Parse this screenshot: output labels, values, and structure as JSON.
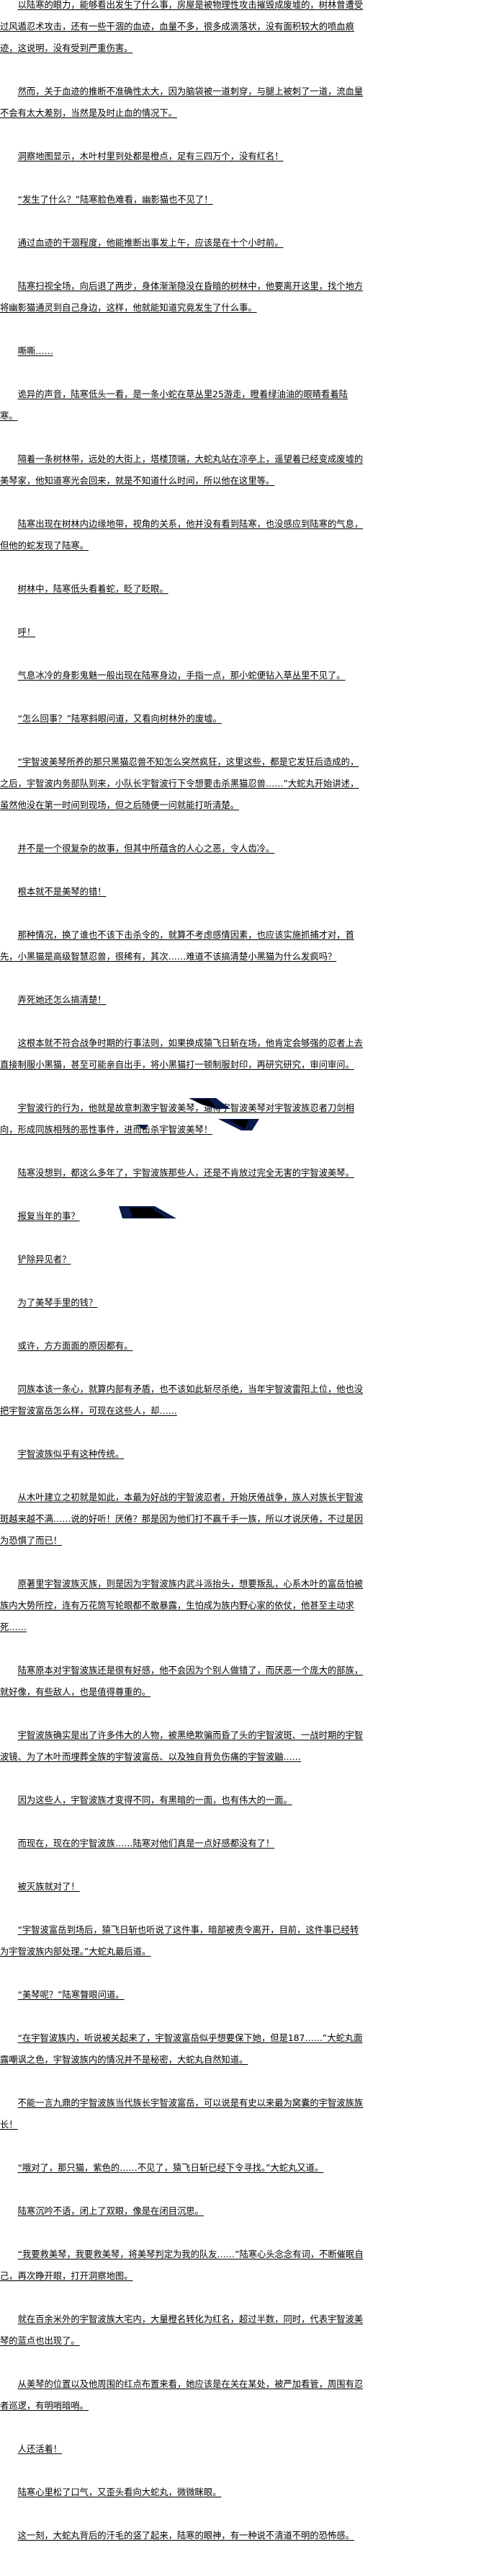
{
  "article": {
    "paragraphs": [
      "以陆寒的眼力，能够看出发生了什么事，房屋是被物理性攻击摧毁成废墟的，树林曾遭受过风遁忍术攻击，还有一些干涸的血迹，血量不多，很多成滴落状，没有面积较大的喷血痕迹，这说明，没有受到严重伤害。",
      "然而，关于血迹的推断不准确性太大，因为脑袋被一道刺穿，与腿上被刺了一道，流血量不会有太大差别，当然是及时止血的情况下。",
      "洞察地图显示，木叶村里到处都是橙点，足有三四万个，没有红名！",
      "“发生了什么？”陆寒脸色难看，幽影猫也不见了！",
      "通过血迹的干涸程度，他能推断出事发上午，应该是在十个小时前。",
      "陆寒扫视全场，向后退了两步，身体渐渐隐没在昏暗的树林中，他要离开这里，找个地方将幽影猫通灵到自己身边，这样，他就能知道究竟发生了什么事。",
      "嘶嘶……",
      "诡异的声音，陆寒低头一看，是一条小蛇在草丛里25游走，瞪着绿油油的眼睛看着陆寒。",
      "隔着一条树林带，远处的大街上，塔楼顶端，大蛇丸站在凉亭上，遥望着已经变成废墟的美琴家，他知道寒光会回来，就是不知道什么时间，所以他在这里等。",
      "陆寒出现在树林内边缘地带，视角的关系，他并没有看到陆寒，也没感应到陆寒的气息，但他的蛇发现了陆寒。",
      "树林中，陆寒低头看着蛇，眨了眨眼。",
      "呼！",
      "气息冰冷的身影鬼魅一般出现在陆寒身边，手指一点，那小蛇便钻入草丛里不见了。",
      "“怎么回事？”陆寒斜眼问道，又看向树林外的废墟。",
      "“宇智波美琴所养的那只黑猫忍兽不知怎么突然疯狂，这里这些，都是它发狂后造成的，之后，宇智波内务部队到来，小队长宇智波行下令想要击杀黑猫忍兽……”大蛇丸开始讲述，虽然他没在第一时间到现场，但之后随便一问就能打听清楚。",
      "并不是一个很复杂的故事，但其中所蕴含的人心之恶，令人齿冷。",
      "根本就不是美琴的错！",
      "那种情况，换了谁也不该下击杀令的，就算不考虑感情因素，也应该实施抓捕才对，首先，小黑猫是高级智慧忍兽，很稀有，其次……难道不该搞清楚小黑猫为什么发疯吗？",
      "弄死她还怎么搞清楚！",
      "这根本就不符合战争时期的行事法则，如果换成猿飞日斩在场，他肯定会够强的忍者上去直接制服小黑猫，甚至可能亲自出手，将小黑猫打一顿制服封印，再研究研究，审问审问。",
      "宇智波行的行为，他就是故意刺激宇智波美琴，逼得宇智波美琴对宇智波族忍者刀剑相向，形成同族相残的恶性事件，进而击杀宇智波美琴！",
      "陆寒没想到，都这么多年了，宇智波族那些人，还是不肯放过完全无害的宇智波美琴。",
      "报复当年的事？",
      "铲除异见者？",
      "为了美琴手里的钱？",
      "或许，方方面面的原因都有。",
      "同族本该一条心，就算内部有矛盾，也不该如此斩尽杀绝，当年宇智波雷阳上位，他也没把宇智波富岳怎么样，可现在这些人，却……",
      "宇智波族似乎有这种传统。",
      "从木叶建立之初就是如此，本最为好战的宇智波忍者，开始厌倦战争，族人对族长宇智波斑越来越不满……说的好听！厌倦？那是因为他们打不赢千手一族，所以才说厌倦，不过是因为恐惧了而已！",
      "原著里宇智波族灭族，则是因为宇智波族内武斗派抬头，想要叛乱，心系木叶的富岳怕被族内大势所控，连有万花筒写轮眼都不敢暴露，生怕成为族内野心家的依仗，他甚至主动求死……",
      "陆寒原本对宇智波族还是很有好感，他不会因为个别人做错了，而厌恶一个庞大的部族，就好像，有些敌人，也是值得尊重的。",
      "宇智波族确实是出了许多伟大的人物，被黑绝欺骗而昏了头的宇智波斑、一战时期的宇智波镜、为了木叶而埋葬全族的宇智波富岳、以及独自背负伤痛的宇智波鼬……",
      "因为这些人，宇智波族才变得不同，有黑暗的一面，也有伟大的一面。",
      "而现在，现在的宇智波族……陆寒对他们真是一点好感都没有了！",
      "被灭族就对了！",
      "“宇智波富岳到场后，猿飞日斩也听说了这件事，暗部被责令离开，目前，这件事已经转为宇智波族内部处理。”大蛇丸最后道。",
      "“美琴呢？”陆寒瞥眼问道。",
      "“在宇智波族内，听说被关起来了，宇智波富岳似乎想要保下她，但是187……”大蛇丸面露嘲讽之色，宇智波族内的情况并不是秘密，大蛇丸自然知道。",
      "不能一言九鼎的宇智波族当代族长宇智波富岳，可以说是有史以来最为窝囊的宇智波族族长！",
      "“哦对了，那只猫，紫色的……不见了，猿飞日斩已经下令寻找。”大蛇丸又道。",
      "陆寒沉吟不语，闭上了双眼，像是在闭目沉思。",
      "“我要救美琴，我要救美琴，将美琴判定为我的队友……”陆寒心头念念有词，不断催眠自己，再次睁开眼，打开洞察地图。",
      "就在百余米外的宇智波族大宅内，大量橙名转化为红名，超过半数，同时，代表宇智波美琴的蓝点也出现了。",
      "从美琴的位置以及他周围的红点布置来看，她应该是在关在某处，被严加看管，周围有忍者巡逻，有明哨暗哨。",
      "人还活着！",
      "陆寒心里松了口气，又歪头看向大蛇丸，微微眯眼。",
      "这一刻，大蛇丸背后的汗毛的竖了起来，陆寒的眼神，有一种说不清道不明的恐怖感。"
    ]
  },
  "colors": {
    "text": "#000000",
    "decor_dark": "#0a1a4a",
    "decor_black": "#000000"
  }
}
